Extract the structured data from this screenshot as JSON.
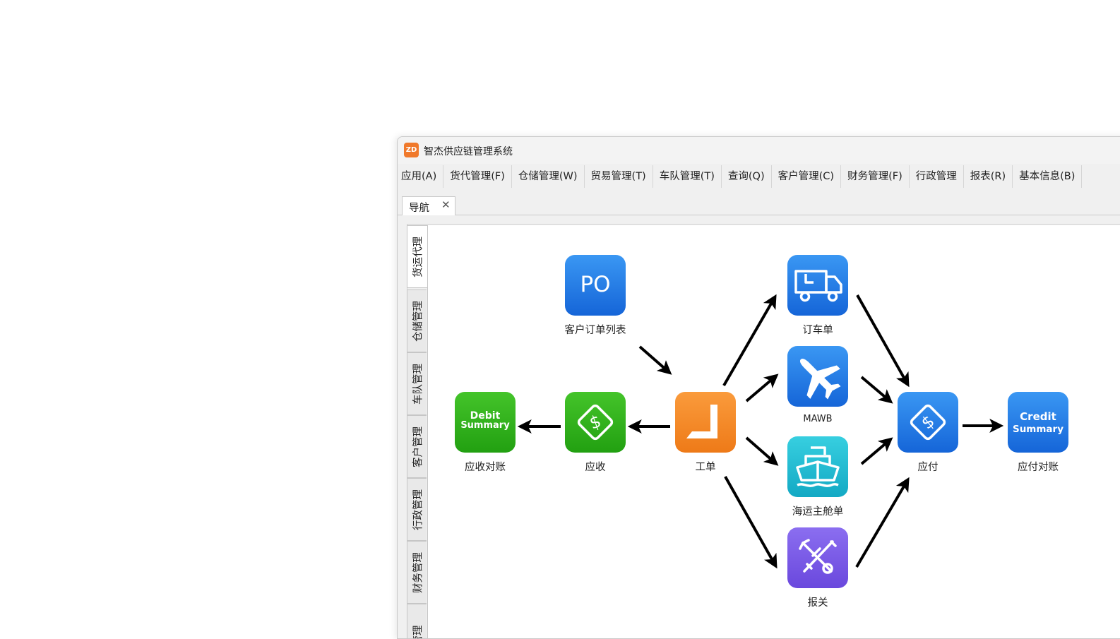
{
  "window": {
    "logo_text": "ZD",
    "title": "智杰供应链管理系统"
  },
  "menu": [
    "应用(A)",
    "货代管理(F)",
    "仓储管理(W)",
    "贸易管理(T)",
    "车队管理(T)",
    "查询(Q)",
    "客户管理(C)",
    "财务管理(F)",
    "行政管理",
    "报表(R)",
    "基本信息(B)"
  ],
  "tab": {
    "label": "导航",
    "close": "✕"
  },
  "side_tabs": [
    "货运代理",
    "仓储管理",
    "车队管理",
    "客户管理",
    "行政管理",
    "财务管理",
    "管理"
  ],
  "nodes": {
    "po": {
      "icon": "po-icon",
      "icon_text": "PO",
      "label": "客户订单列表",
      "color": "#1f7de8"
    },
    "booking": {
      "icon": "truck-icon",
      "label": "订车单",
      "color": "#1f7de8"
    },
    "mawb": {
      "icon": "airplane-icon",
      "label": "MAWB",
      "color": "#1f7de8"
    },
    "sea": {
      "icon": "ship-icon",
      "label": "海运主舱单",
      "color": "#22bcd2"
    },
    "customs": {
      "icon": "customs-tools-icon",
      "label": "报关",
      "color": "#7a5ae8"
    },
    "work_order": {
      "icon": "work-order-icon",
      "label": "工单",
      "color": "#f48a25"
    },
    "receivable": {
      "icon": "dollar-diamond-icon",
      "label": "应收",
      "color": "#2fb318"
    },
    "debit": {
      "icon": "debit-summary-icon",
      "icon_text_1": "Debit",
      "icon_text_2": "Summary",
      "label": "应收对账",
      "color": "#2fb318"
    },
    "payable": {
      "icon": "dollar-diamond-icon",
      "label": "应付",
      "color": "#1f7de8"
    },
    "credit": {
      "icon": "credit-summary-icon",
      "icon_text_1": "Credit",
      "icon_text_2": "Summary",
      "label": "应付对账",
      "color": "#1f7de8"
    }
  }
}
